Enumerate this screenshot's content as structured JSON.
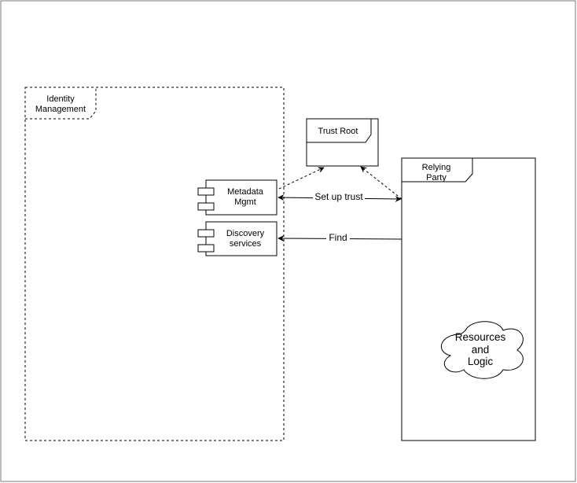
{
  "diagram": {
    "frames": {
      "identity_management": "Identity\nManagement",
      "relying_party": "Relying\nParty",
      "trust_root": "Trust Root"
    },
    "components": {
      "metadata_mgmt": "Metadata\nMgmt",
      "discovery_services": "Discovery\nservices"
    },
    "cloud": {
      "resources_and_logic": "Resources\nand\nLogic"
    },
    "edges": {
      "set_up_trust": "Set up trust",
      "find": "Find"
    }
  }
}
